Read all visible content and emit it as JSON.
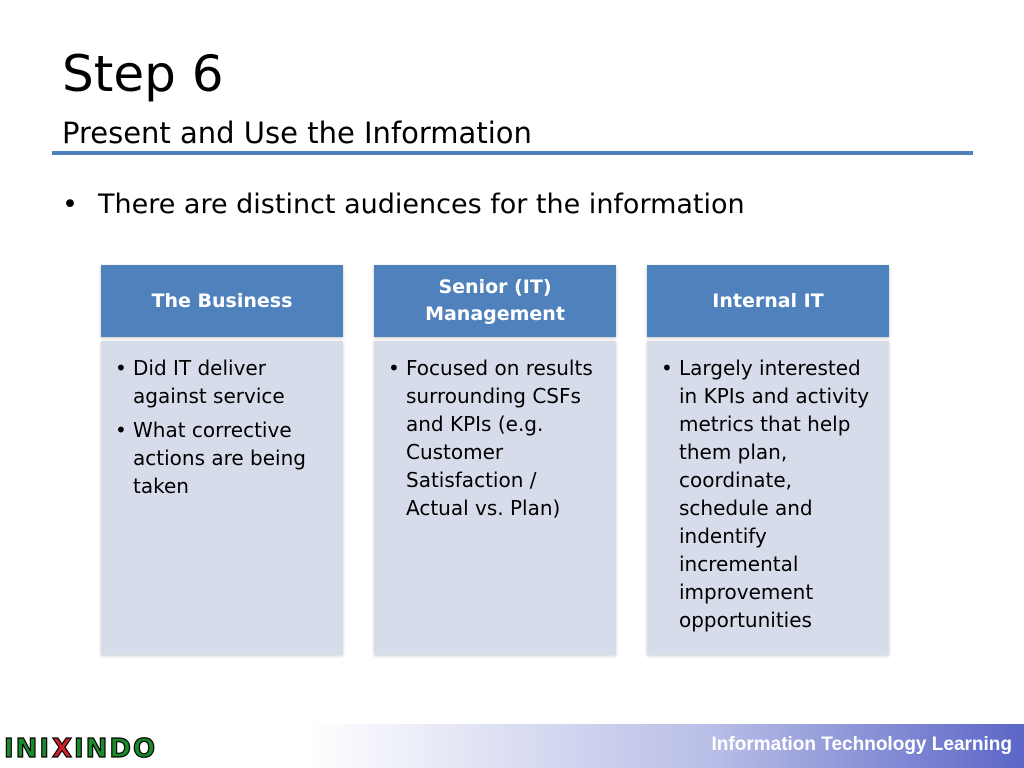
{
  "slide": {
    "title": "Step 6",
    "subtitle": "Present and Use the Information",
    "bullet": "There are distinct audiences for the information"
  },
  "columns": [
    {
      "header": "The Business",
      "items": [
        "Did IT deliver against service",
        "What corrective actions are being taken"
      ]
    },
    {
      "header": "Senior (IT) Management",
      "items": [
        "Focused on results surrounding CSFs and KPIs (e.g. Customer Satisfaction / Actual vs. Plan)"
      ]
    },
    {
      "header": "Internal IT",
      "items": [
        "Largely interested in KPIs and activity metrics that help them plan, coordinate, schedule and indentify incremental improvement opportunities"
      ]
    }
  ],
  "footer": {
    "text": "Information Technology Learning",
    "logo_text": "INIXINDO"
  },
  "colors": {
    "accent": "#4F81BD",
    "panel": "#D6DCE9",
    "logo_green": "#1a8a2a",
    "logo_red": "#d0202a"
  }
}
